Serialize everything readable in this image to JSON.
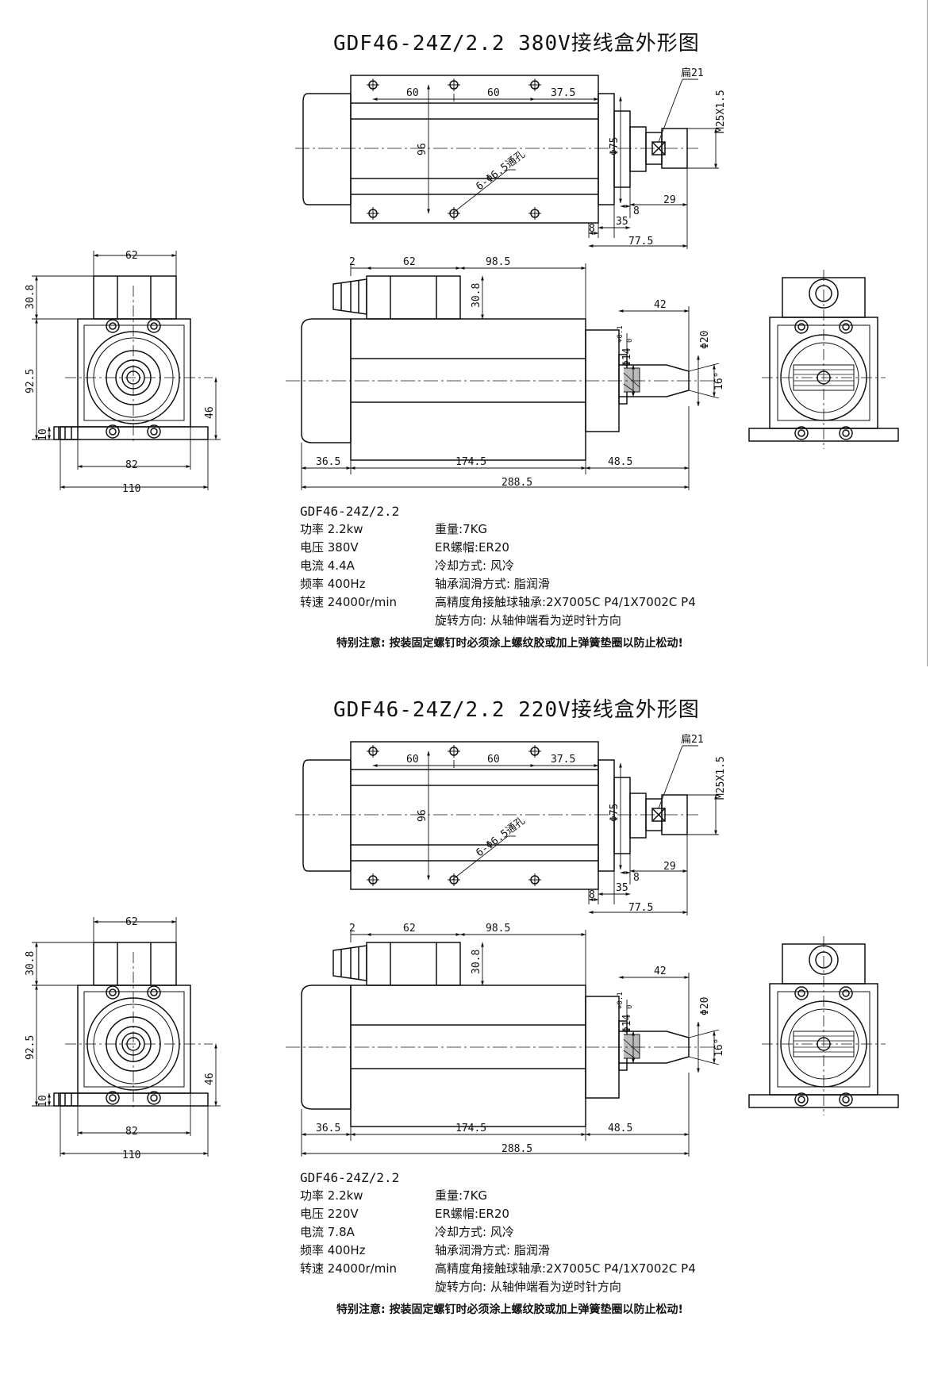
{
  "sheets": [
    {
      "title": "GDF46-24Z/2.2 380V接线盒外形图",
      "specs": {
        "model": "GDF46-24Z/2.2",
        "power": "功率 2.2kw",
        "voltage": "电压 380V",
        "current": "电流 4.4A",
        "frequency": "频率 400Hz",
        "speed": "转速 24000r/min",
        "weight": "重量:7KG",
        "nut": "ER螺帽:ER20",
        "cooling": "冷却方式: 风冷",
        "lubrication": "轴承润滑方式: 脂润滑",
        "bearing": "高精度角接触球轴承:2X7005C P4/1X7002C P4",
        "rotation": "旋转方向: 从轴伸端看为逆时针方向"
      },
      "note": "特别注意: 按装固定螺钉时必须涂上螺纹胶或加上弹簧垫圈以防止松动!"
    },
    {
      "title": "GDF46-24Z/2.2 220V接线盒外形图",
      "specs": {
        "model": "GDF46-24Z/2.2",
        "power": "功率 2.2kw",
        "voltage": "电压 220V",
        "current": "电流 7.8A",
        "frequency": "频率 400Hz",
        "speed": "转速 24000r/min",
        "weight": "重量:7KG",
        "nut": "ER螺帽:ER20",
        "cooling": "冷却方式: 风冷",
        "lubrication": "轴承润滑方式: 脂润滑",
        "bearing": "高精度角接触球轴承:2X7005C P4/1X7002C P4",
        "rotation": "旋转方向: 从轴伸端看为逆时针方向"
      },
      "note": "特别注意: 按装固定螺钉时必须涂上螺纹胶或加上弹簧垫圈以防止松动!"
    }
  ],
  "dimensions": {
    "top_view": {
      "hole_pitch_1": "60",
      "hole_pitch_2": "60",
      "hole_offset": "37.5",
      "width": "96",
      "holes": "6-Φ6.5通孔",
      "body_dia": "Φ75",
      "flat": "扁21",
      "thread": "M25X1.5",
      "d8a": "8",
      "d29": "29",
      "d35": "35",
      "d8b": "8",
      "d775": "77.5"
    },
    "side_view": {
      "d2": "2",
      "d62": "62",
      "d985": "98.5",
      "d308": "30.8",
      "d42": "42",
      "d14": "Φ14",
      "tol_upper": "+0.1",
      "tol_lower": "0",
      "d20": "Φ20",
      "angle": "16°",
      "d365": "36.5",
      "d1745": "174.5",
      "d485": "48.5",
      "d2885": "288.5"
    },
    "end_view": {
      "d62": "62",
      "d308": "30.8",
      "d925": "92.5",
      "d46": "46",
      "d10": "10",
      "d82": "82",
      "d110": "110"
    }
  }
}
